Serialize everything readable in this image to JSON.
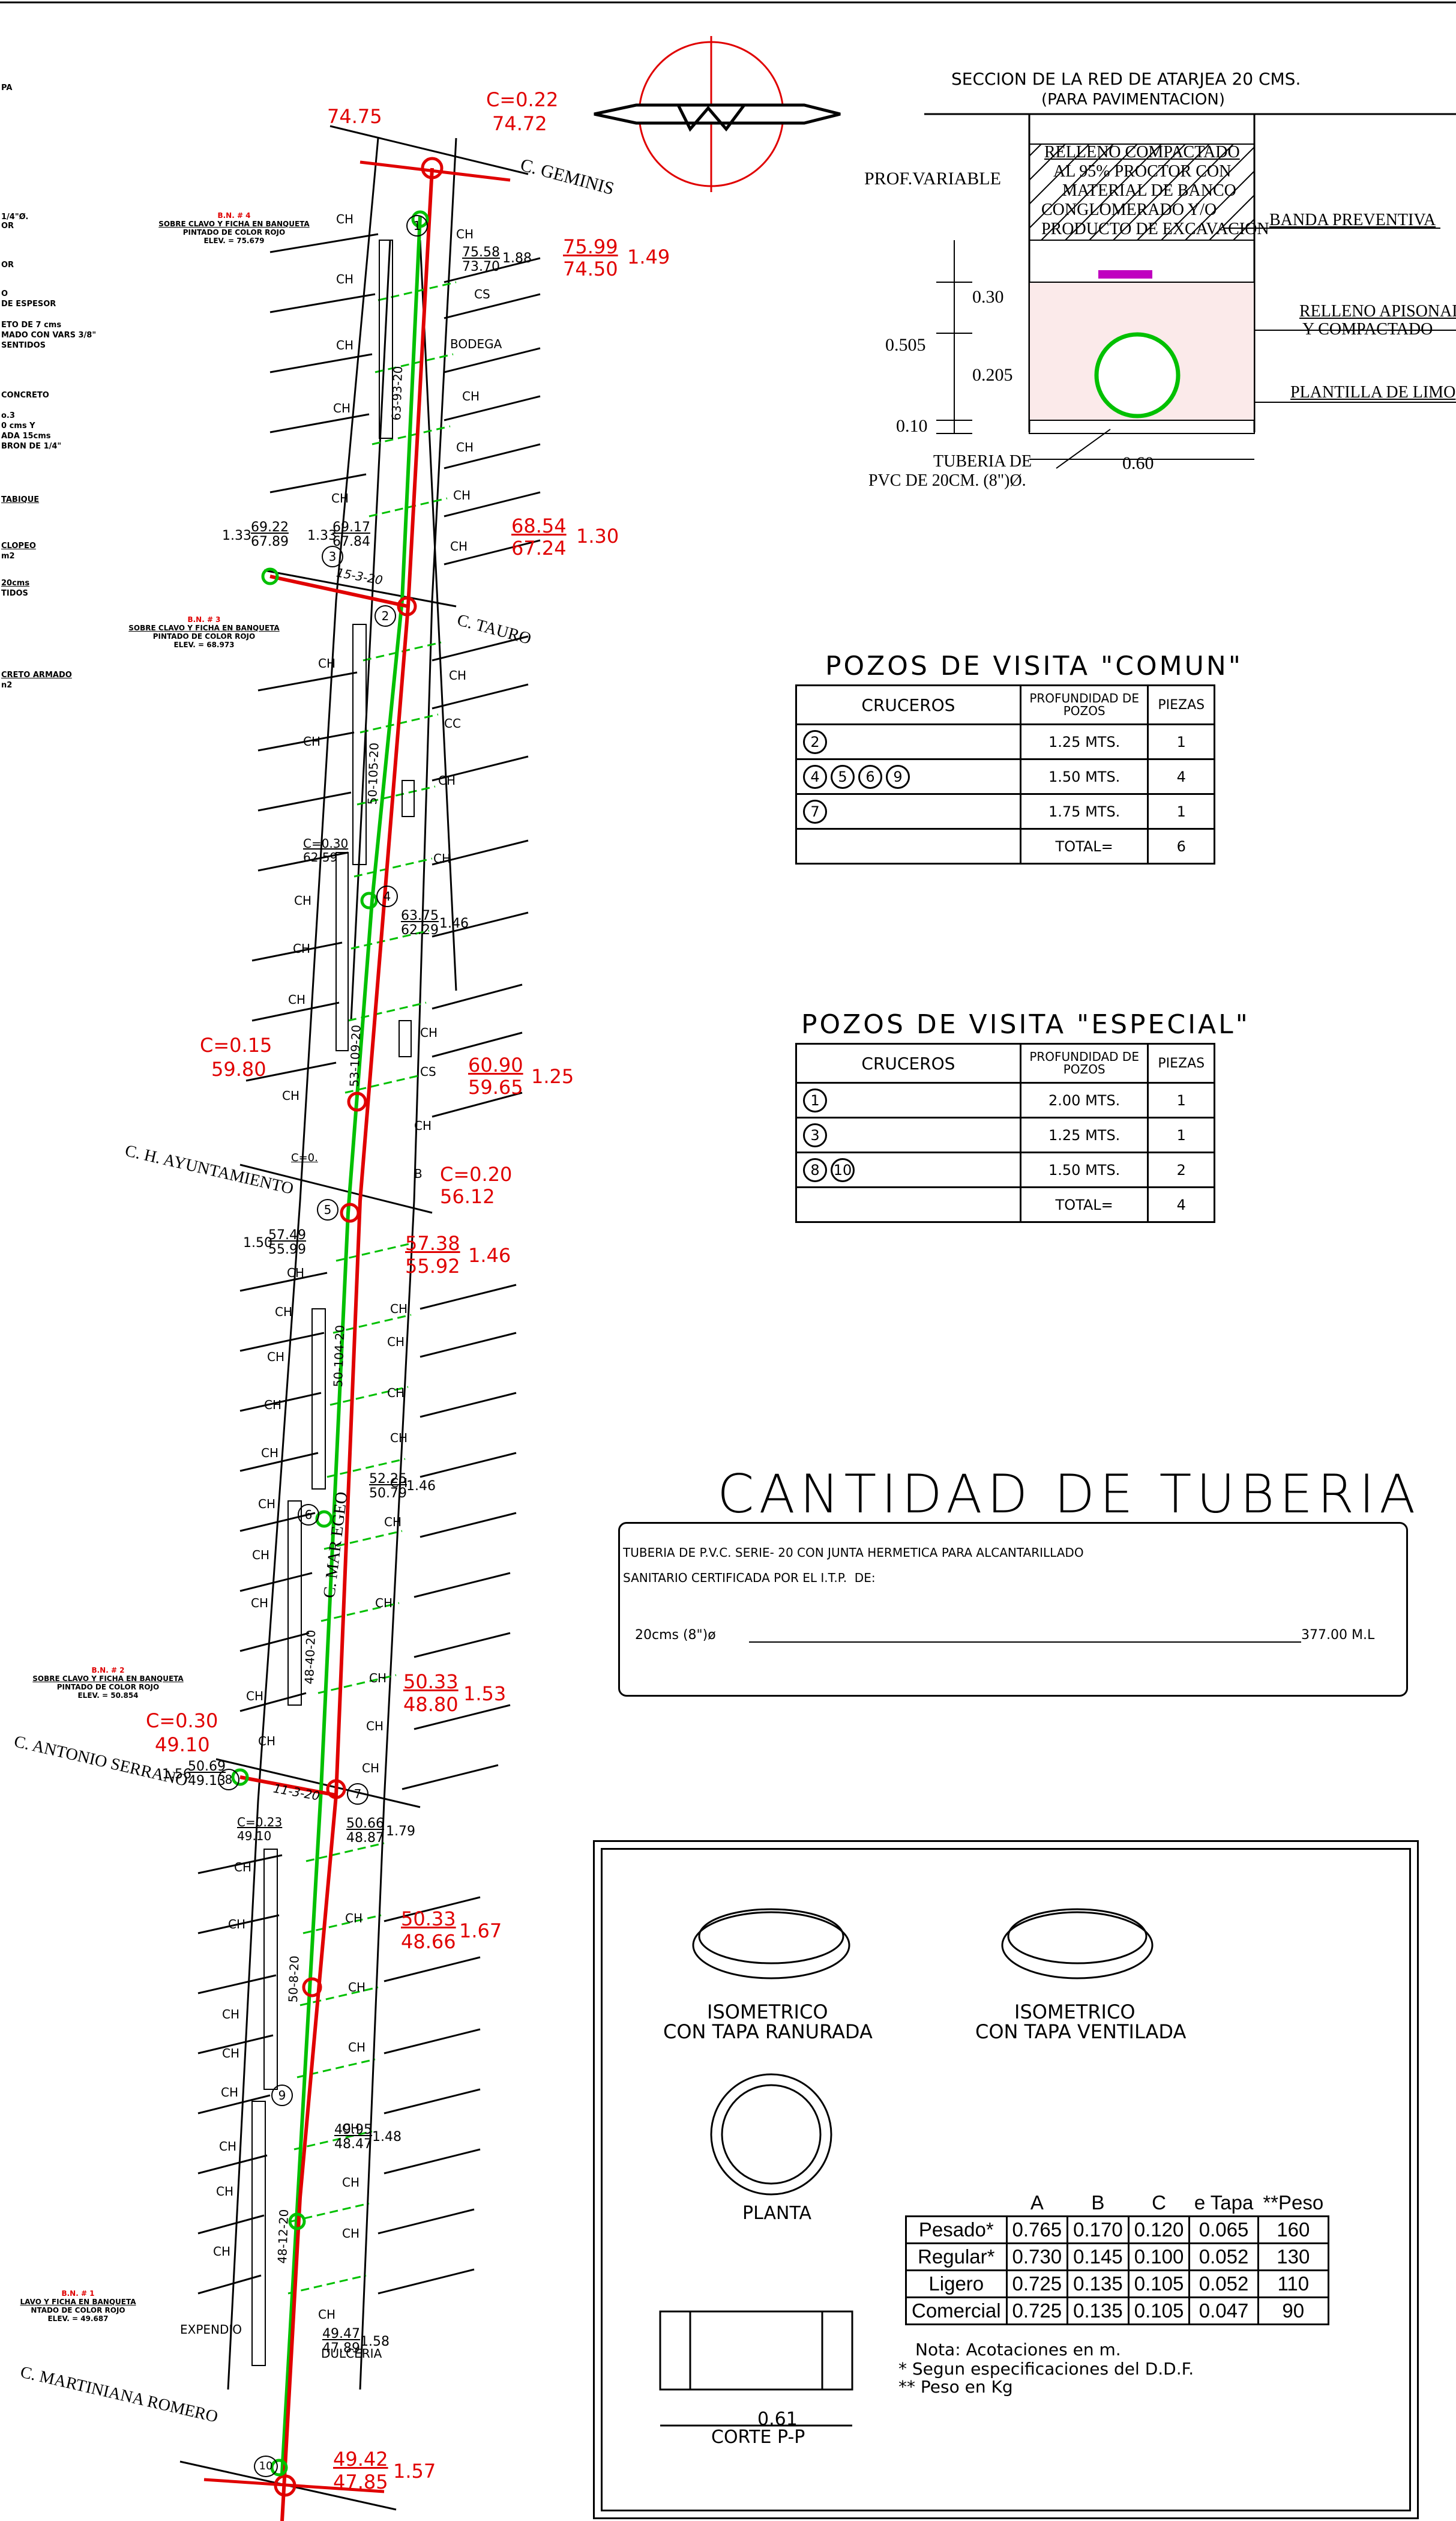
{
  "left_notes": [
    "PA",
    "1/4\"Ø.",
    "OR",
    "OR",
    "O",
    "DE ESPESOR",
    "ETO DE 7 cms",
    "MADO CON VARS 3/8\"",
    "SENTIDOS",
    "CONCRETO",
    "o.3",
    "0 cms Y",
    "ADA 15cms",
    "BRON DE 1/4\"",
    "TABIQUE",
    "CLOPEO",
    "m2",
    "20cms",
    "TIDOS",
    "CRETO ARMADO",
    "n2"
  ],
  "benchmarks": [
    {
      "title": "B.N. # 4",
      "l1": "SOBRE CLAVO Y FICHA EN BANQUETA",
      "l2": "PINTADO DE COLOR ROJO",
      "l3": "ELEV. = 75.679"
    },
    {
      "title": "B.N. # 3",
      "l1": "SOBRE CLAVO Y FICHA EN BANQUETA",
      "l2": "PINTADO DE COLOR ROJO",
      "l3": "ELEV. = 68.973"
    },
    {
      "title": "B.N. # 2",
      "l1": "SOBRE CLAVO Y FICHA EN BANQUETA",
      "l2": "PINTADO DE COLOR ROJO",
      "l3": "ELEV. = 50.854"
    },
    {
      "title": "B.N. # 1",
      "l1": "LAVO Y FICHA EN BANQUETA",
      "l2": "NTADO DE COLOR ROJO",
      "l3": "ELEV. = 49.687"
    }
  ],
  "streets": [
    "C. GEMINIS",
    "C. TAURO",
    "C. H. AYUNTAMIENTO",
    "C. ANTONIO SERRANO",
    "C. MAR EGEO",
    "C. MARTINIANA ROMERO"
  ],
  "lot_labels": {
    "ch": "CH",
    "cs": "CS",
    "cc": "CC",
    "b": "B",
    "bodega": "BODEGA",
    "expendio": "EXPENDIO",
    "dulceria": "DULCERIA"
  },
  "tramos": [
    "63-93-20",
    "15-3-20",
    "50-105-20",
    "53-109-20",
    "50-104-20",
    "48-40-20",
    "11-3-20",
    "50-8-20",
    "48-12-20"
  ],
  "pozos": [
    "1",
    "2",
    "3",
    "4",
    "5",
    "6",
    "7",
    "8",
    "9",
    "10"
  ],
  "red_cota": {
    "c1": "C=0.22",
    "v1a": "74.75",
    "v1b": "74.72",
    "v2a": "75.99",
    "v2b": "74.50",
    "v2c": "1.49",
    "v3a": "68.54",
    "v3b": "67.24",
    "v3c": "1.30",
    "c4": "C=0.15",
    "v4": "59.80",
    "v5a": "60.90",
    "v5b": "59.65",
    "v5c": "1.25",
    "c6": "C=0.20",
    "v6": "56.12",
    "v7a": "57.38",
    "v7b": "55.92",
    "v7c": "1.46",
    "v8a": "50.33",
    "v8b": "48.80",
    "v8c": "1.53",
    "c9": "C=0.30",
    "v9": "49.10",
    "v10a": "50.33",
    "v10b": "48.66",
    "v10c": "1.67",
    "v11a": "49.42",
    "v11b": "47.85",
    "v11c": "1.57"
  },
  "black_cota": {
    "a1": "75.58",
    "a2": "73.70",
    "a3": "1.88",
    "b1": "1.33",
    "b2": "69.22",
    "b3": "67.89",
    "b4": "1.33",
    "b5": "69.17",
    "b6": "67.84",
    "c1": "C=0.30",
    "c2": "62.59",
    "d1": "63.75",
    "d2": "62.29",
    "d3": "1.46",
    "e1": "C=0.",
    "f1": "1.50",
    "f2": "57.49",
    "f3": "55.99",
    "g1": "52.25",
    "g2": "50.79",
    "g3": "1.46",
    "h1": "1.56",
    "h2": "50.69",
    "h3": "49.13",
    "h4": "C=0.23",
    "h5": "49.10",
    "i1": "50.66",
    "i2": "48.87",
    "i3": "1.79",
    "j1": "49.95",
    "j2": "48.47",
    "j3": "1.48",
    "k1": "49.47",
    "k2": "47.89",
    "k3": "1.58"
  },
  "section": {
    "title": "SECCION DE LA RED DE ATARJEA 20 CMS.",
    "subtitle": "(PARA PAVIMENTACION)",
    "fill_note": [
      "RELLENO COMPACTADO",
      "AL 95% PROCTOR CON",
      "MATERIAL DE BANCO",
      "CONGLOMERADO Y/O",
      "PRODUCTO DE EXCAVACION"
    ],
    "prof": "PROF.VARIABLE",
    "banda": "BANDA PREVENTIVA",
    "relleno": [
      "RELLENO APISONADO",
      "Y COMPACTADO"
    ],
    "plantilla": "PLANTILLA DE LIMO",
    "tuberia": [
      "TUBERIA DE",
      "PVC DE 20CM. (8\")Ø."
    ],
    "dims": [
      "0.30",
      "0.505",
      "0.205",
      "0.10",
      "0.60"
    ]
  },
  "pozos_comun": {
    "title": "POZOS DE VISITA \"COMUN\"",
    "headers": [
      "CRUCEROS",
      "PROFUNDIDAD DE POZOS",
      "PIEZAS"
    ],
    "rows": [
      {
        "cr": [
          "2"
        ],
        "prof": "1.25 MTS.",
        "pz": "1"
      },
      {
        "cr": [
          "4",
          "5",
          "6",
          "9"
        ],
        "prof": "1.50 MTS.",
        "pz": "4"
      },
      {
        "cr": [
          "7"
        ],
        "prof": "1.75 MTS.",
        "pz": "1"
      }
    ],
    "total_label": "TOTAL=",
    "total": "6"
  },
  "pozos_especial": {
    "title": "POZOS DE VISITA \"ESPECIAL\"",
    "headers": [
      "CRUCEROS",
      "PROFUNDIDAD DE POZOS",
      "PIEZAS"
    ],
    "rows": [
      {
        "cr": [
          "1"
        ],
        "prof": "2.00 MTS.",
        "pz": "1"
      },
      {
        "cr": [
          "3"
        ],
        "prof": "1.25 MTS.",
        "pz": "1"
      },
      {
        "cr": [
          "8",
          "10"
        ],
        "prof": "1.50 MTS.",
        "pz": "2"
      }
    ],
    "total_label": "TOTAL=",
    "total": "4"
  },
  "cantidad": {
    "title": "CANTIDAD DE TUBERIA",
    "line1": "TUBERIA DE P.V.C. SERIE- 20 CON JUNTA HERMETICA PARA ALCANTARILLADO",
    "line2": "SANITARIO CERTIFICADA POR EL I.T.P.  DE:",
    "item": "20cms (8\")ø",
    "qty": "377.00 M.L"
  },
  "tapas": {
    "iso1": [
      "ISOMETRICO",
      "CON TAPA RANURADA"
    ],
    "iso2": [
      "ISOMETRICO",
      "CON TAPA VENTILADA"
    ],
    "planta": "PLANTA",
    "corte": "CORTE P-P",
    "dim": "0.61",
    "headers": [
      "",
      "A",
      "B",
      "C",
      "e Tapa",
      "**Peso"
    ],
    "rows": [
      [
        "Pesado*",
        "0.765",
        "0.170",
        "0.120",
        "0.065",
        "160"
      ],
      [
        "Regular*",
        "0.730",
        "0.145",
        "0.100",
        "0.052",
        "130"
      ],
      [
        "Ligero",
        "0.725",
        "0.135",
        "0.105",
        "0.052",
        "110"
      ],
      [
        "Comercial",
        "0.725",
        "0.135",
        "0.105",
        "0.047",
        "90"
      ]
    ],
    "notes": [
      "Nota: Acotaciones en m.",
      "* Segun especificaciones del D.D.F.",
      "** Peso en Kg"
    ]
  },
  "colors": {
    "red": "#e00000",
    "green": "#00c000",
    "line": "#000000"
  }
}
